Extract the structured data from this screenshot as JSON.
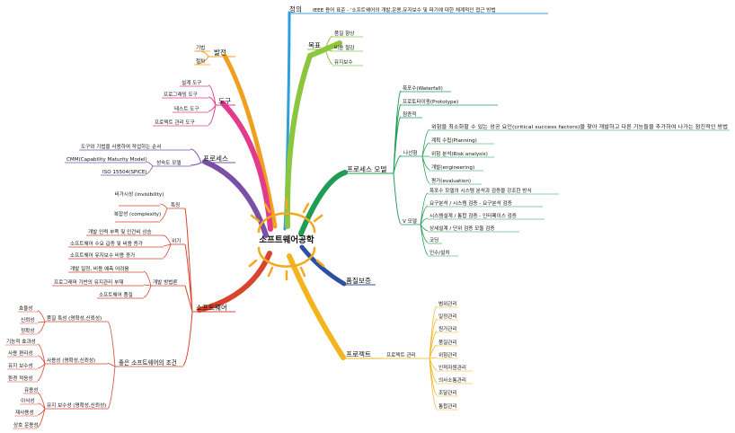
{
  "center": "소프트웨어공학",
  "definition": {
    "label": "정의",
    "text": "IEEE 용어 표준 - '소프트웨어의 개발,운용,유지보수 및 파기에 대한 체계적인 접근 방법"
  },
  "goal": {
    "label": "목표",
    "items": [
      "품질 향상",
      "비용 절감",
      "유지보수"
    ]
  },
  "development": {
    "label": "발전",
    "items": [
      "기법",
      "절차"
    ]
  },
  "tools": {
    "label": "도구",
    "items": [
      "설계 도구",
      "프로그래밍 도구",
      "테스트 도구",
      "프로젝트 관리 도구"
    ]
  },
  "process": {
    "label": "프로세스",
    "desc": "도구와 기법을 사용하여 작업하는 순서",
    "maturity": {
      "label": "성숙도 모델",
      "items": [
        "CMM(Capability Maturity Model)",
        "ISO 15504(SPICE)"
      ]
    }
  },
  "software": {
    "label": "소프트웨어",
    "traits": {
      "label": "특징",
      "items": [
        "비가시성 (invisibility)",
        "복잡성 (complexity)"
      ]
    },
    "crisis": {
      "label": "위기",
      "items": [
        "개발 인력 부족 및 인건비 상승",
        "소프트웨어 수요 급증 및 비용 증가",
        "소프트웨어 유지보수 비용 증가"
      ]
    },
    "crisis_solution": {
      "label": "개발 방법론",
      "items": [
        "개발 일정, 비용 예측 어려움",
        "프로그래머 기반의 유지관리 부재",
        "소프트웨어 품질"
      ]
    },
    "good_sw": {
      "label": "좋은 소프트웨어의 조건",
      "groups": [
        {
          "label": "품질 특성 (명확성,신뢰성)",
          "items": [
            "효율성",
            "신뢰성",
            "정확성"
          ]
        },
        {
          "label": "사용성 (명확성,신뢰성)",
          "items": [
            "기능적 효과성",
            "사용 편리성",
            "유지 보수성",
            "환경 적응성"
          ]
        },
        {
          "label": "유지 보수성 (명확성,신뢰성)",
          "items": [
            "유용성",
            "이식성",
            "재사용성",
            "상호 운용성"
          ]
        }
      ]
    }
  },
  "process_model": {
    "label": "프로세스 모델",
    "items": [
      "폭포수(Waterfall)",
      "프로토타이핑(Prototype)",
      "점증적"
    ],
    "spiral": {
      "label": "나선형",
      "items": [
        "위험을 최소화할 수 있는 성공 요인(critical success factors)을 찾아 개발하고 다른 기능들을 추가하여 나가는 점진적인 방법",
        "계획 수립(Planning)",
        "위험 분석(Risk analysis)",
        "개발(engineering)",
        "평가(evaluation)"
      ]
    },
    "v_model": {
      "label": "V 모델",
      "items": [
        "폭포수 모델의 시스템 분석과 검증을 강조한 방식",
        "요구분석 / 시스템 검증 - 요구분석 검증",
        "시스템설계 / 통합 검증 - 인터페이스 검증",
        "상세설계 / 단위 검증 모듈 검증",
        "코딩",
        "인수/설치"
      ]
    }
  },
  "quality": {
    "label": "품질보증"
  },
  "project": {
    "label": "프로젝트",
    "mgmt": {
      "label": "프로젝트 관리",
      "items": [
        "범위관리",
        "일정관리",
        "원가관리",
        "품질관리",
        "위험관리",
        "인적자원관리",
        "의사소통관리",
        "조달관리",
        "통합관리"
      ]
    }
  },
  "colors": {
    "definition": "#2f9fdc",
    "goal": "#8cc63f",
    "development": "#f0a020",
    "tools": "#e33b8c",
    "process": "#7b4fa8",
    "software": "#d9442c",
    "process_model": "#1f9d55",
    "quality": "#2c4fa3",
    "project": "#f2b41f"
  }
}
